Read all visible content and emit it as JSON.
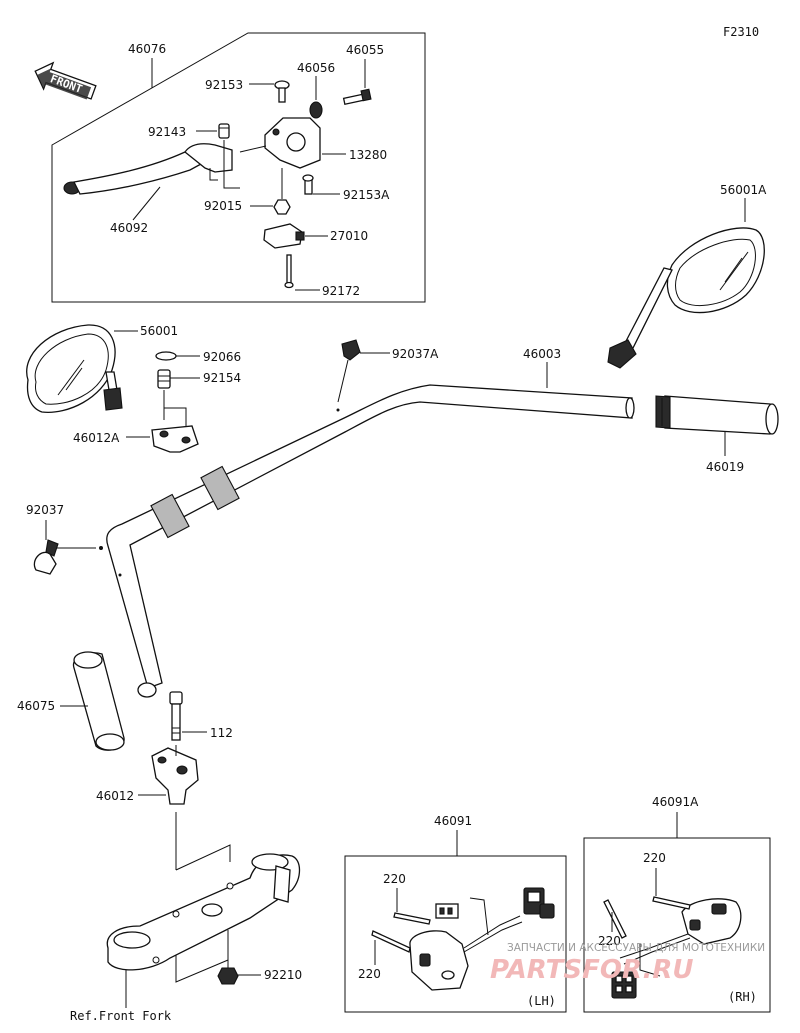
{
  "figure_code": "F2310",
  "front_label": "FRONT",
  "parts": {
    "p46076": "46076",
    "p46055": "46055",
    "p92153": "92153",
    "p46056": "46056",
    "p92143": "92143",
    "p13280": "13280",
    "p92153a": "92153A",
    "p46092": "46092",
    "p92015": "92015",
    "p27010": "27010",
    "p92172": "92172",
    "p56001a": "56001A",
    "p56001": "56001",
    "p92066": "92066",
    "p92154": "92154",
    "p46012a": "46012A",
    "p92037a": "92037A",
    "p46003": "46003",
    "p46019": "46019",
    "p92037": "92037",
    "p46075": "46075",
    "p112": "112",
    "p46012": "46012",
    "p92210": "92210",
    "p46091": "46091",
    "p46091a": "46091A",
    "p220_1": "220",
    "p220_2": "220",
    "p220_3": "220",
    "p220_4": "220"
  },
  "ref_front_fork": "Ref.Front Fork",
  "lh_label": "(LH)",
  "rh_label": "(RH)",
  "watermark": {
    "line1": "ЗАПЧАСТИ И АКСЕССУАРЫ ДЛЯ МОТОТЕХНИКИ",
    "line2": "PARTSFOR.RU"
  }
}
